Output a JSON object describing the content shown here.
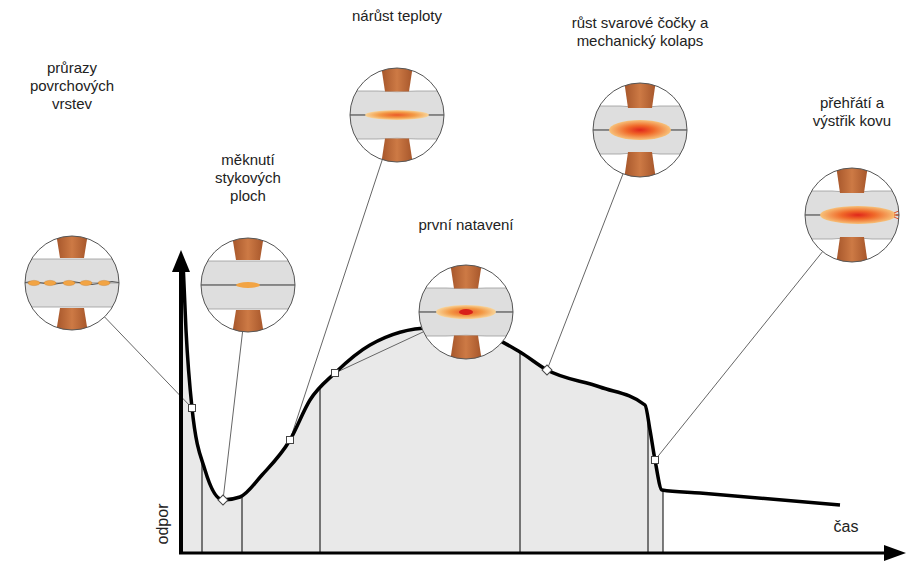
{
  "diagram": {
    "nodes": [
      {
        "text": [
          "průrazy povrchových vrstev"
        ]
      },
      {
        "text": [
          "měknutí stykových ploch"
        ]
      },
      {
        "text": [
          "nárůst teploty"
        ]
      },
      {
        "text": [
          "první natavení"
        ]
      },
      {
        "text": [
          "růst svarové čočky a mechanický kolaps"
        ]
      },
      {
        "text": [
          "přehřátí a výstřik kovu"
        ]
      }
    ],
    "labels": [
      "odpor",
      "čas"
    ]
  }
}
